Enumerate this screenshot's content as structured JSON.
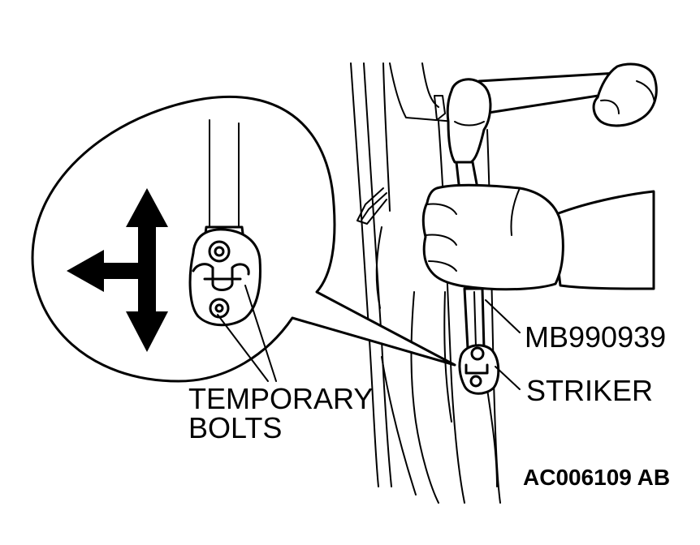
{
  "labels": {
    "tool": "MB990939",
    "striker": "STRIKER",
    "bolts_line1": "TEMPORARY",
    "bolts_line2": "BOLTS",
    "figure_code": "AC006109 AB"
  }
}
